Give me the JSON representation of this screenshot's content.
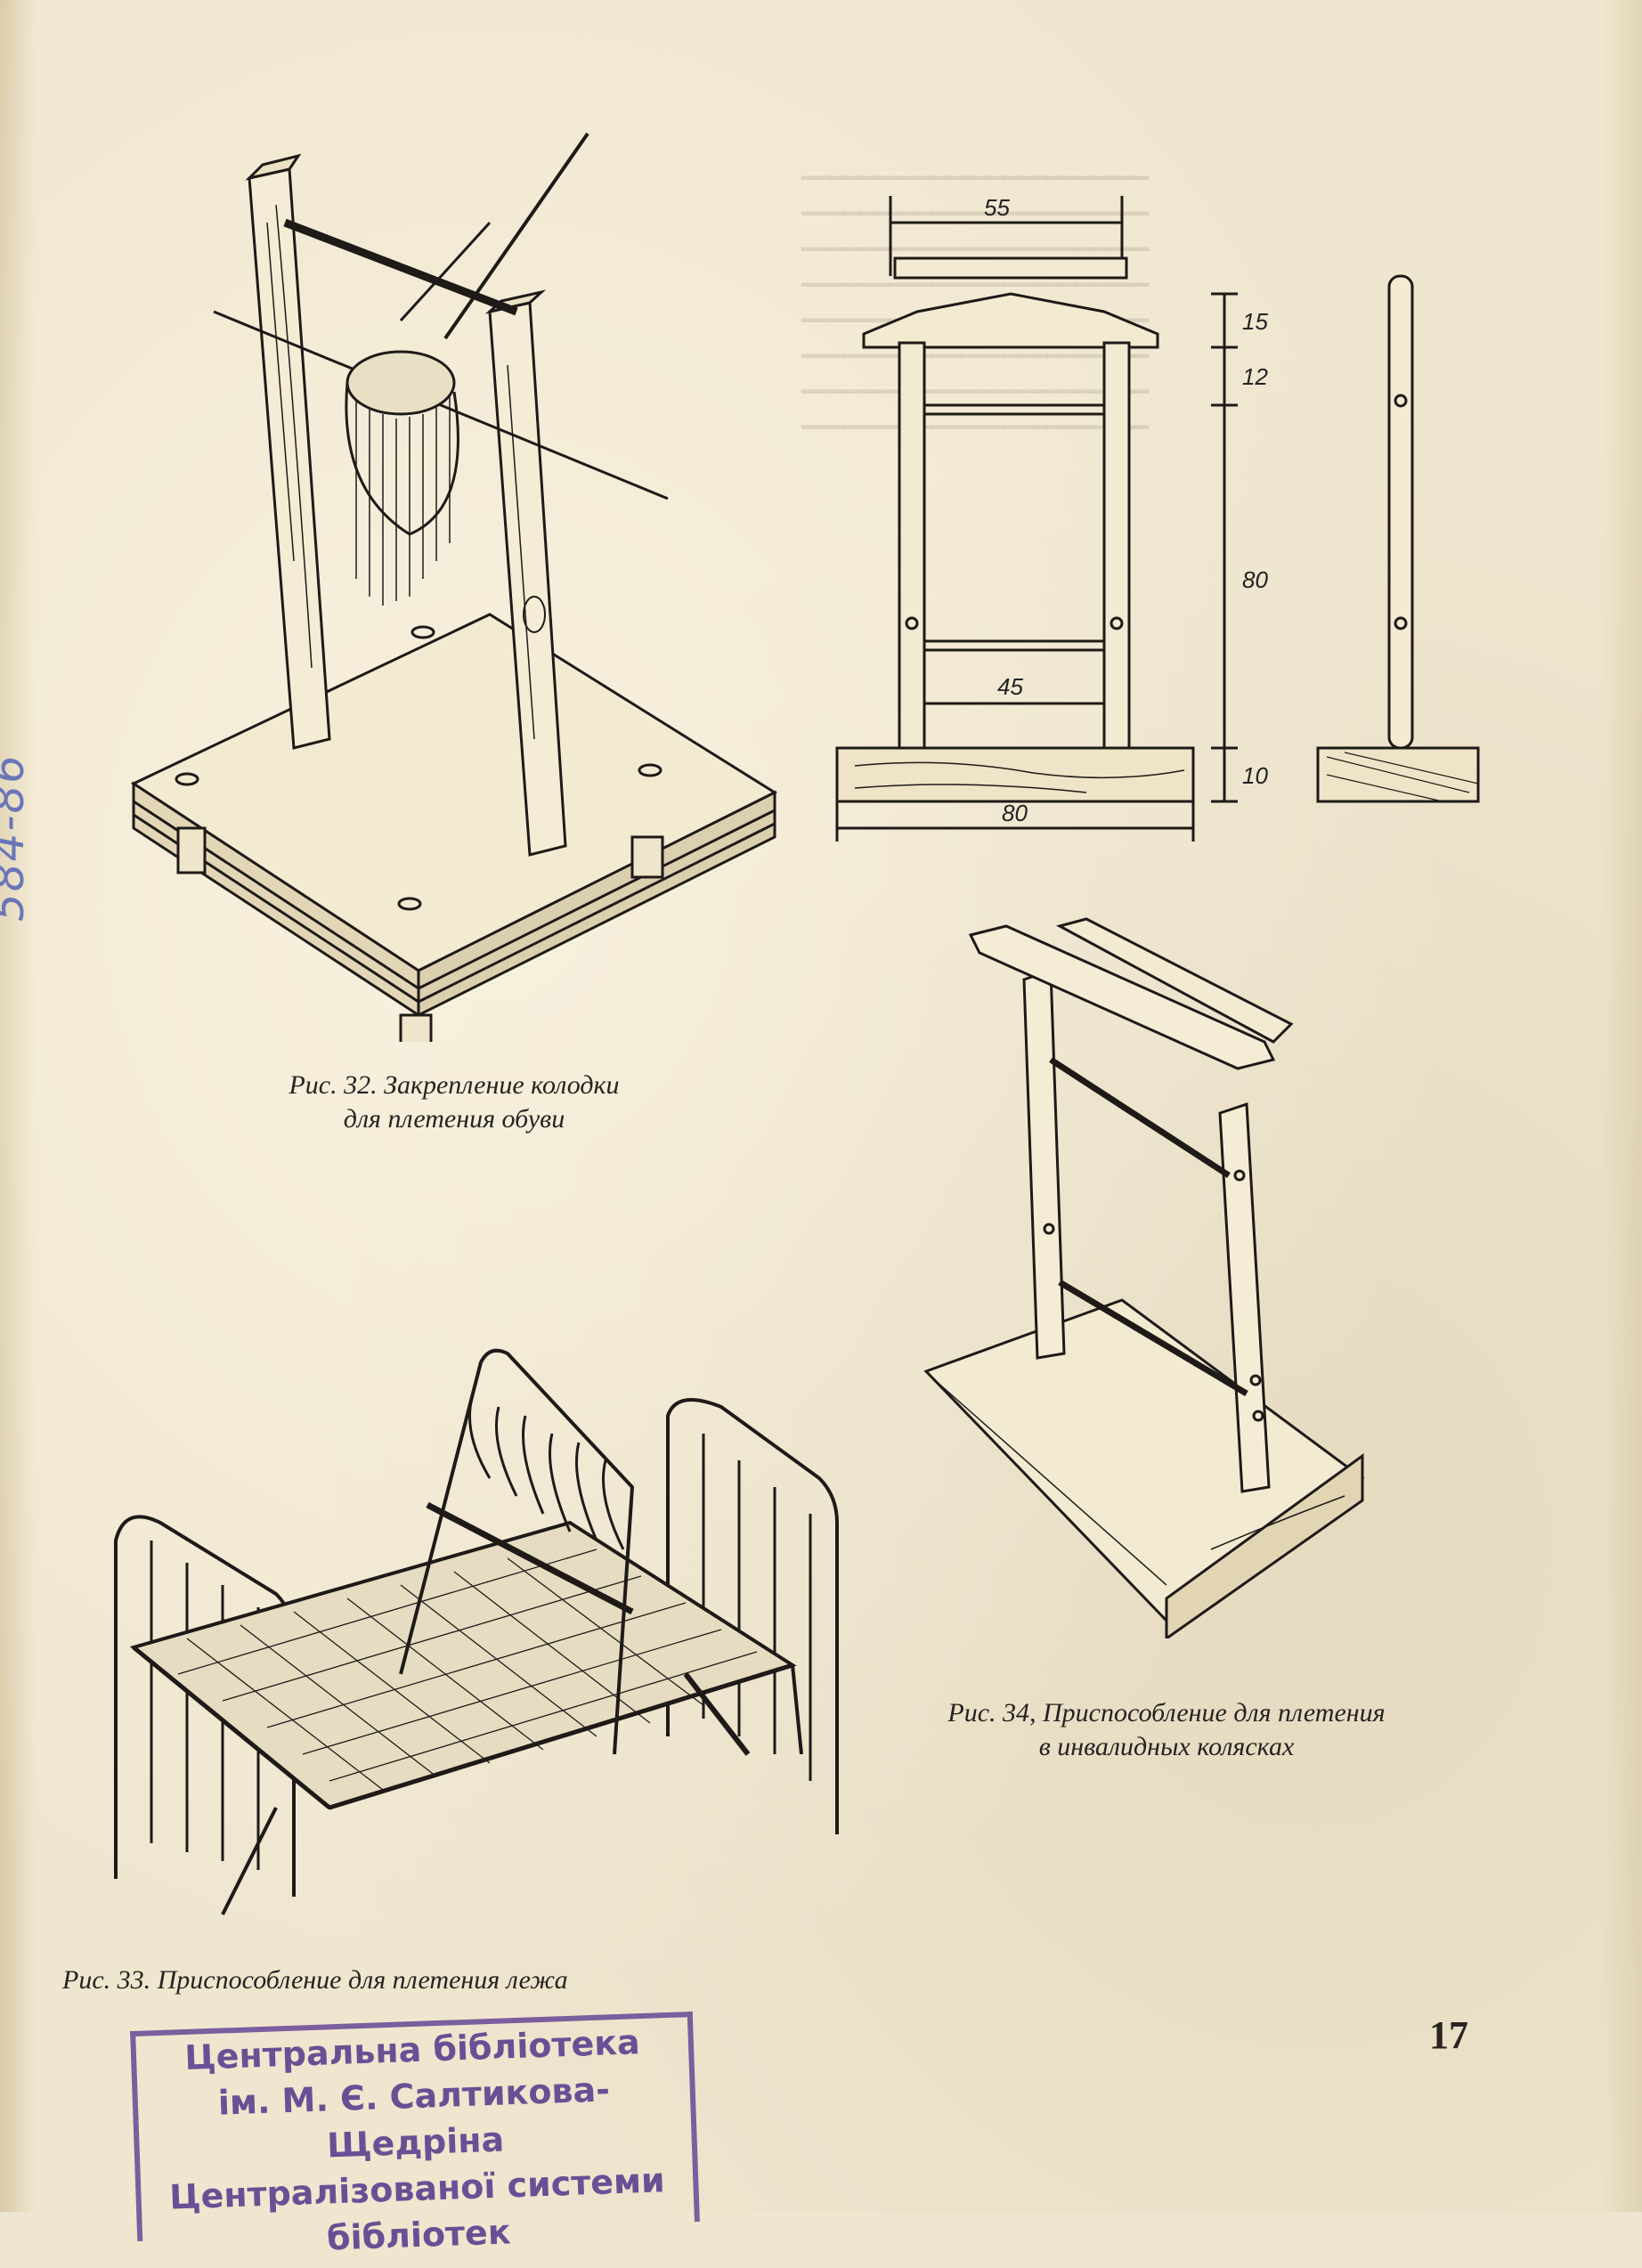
{
  "captions": {
    "fig32_line1": "Рис. 32. Закрепление колодки",
    "fig32_line2": "для плетения обуви",
    "fig33": "Рис. 33. Приспособление для плетения лежа",
    "fig34_line1": "Рис. 34, Приспособление для плетения",
    "fig34_line2": "в инвалидных колясках"
  },
  "dimensions": {
    "top_width": "55",
    "inner_width": "45",
    "base_width": "80",
    "h1": "15",
    "h2": "12",
    "h3": "80",
    "base_height": "10"
  },
  "side_note": "584-86",
  "page_number": "17",
  "stamp": {
    "line1": "Центральна бібліотека",
    "line2": "ім. М. Є. Салтикова-Щедріна",
    "line3": "Централізованої системи",
    "line4": "бібліотек"
  },
  "colors": {
    "paper": "#efe6cf",
    "ink": "#2b2520",
    "stamp": "#6b4f95",
    "pencil": "#6a76b8"
  }
}
